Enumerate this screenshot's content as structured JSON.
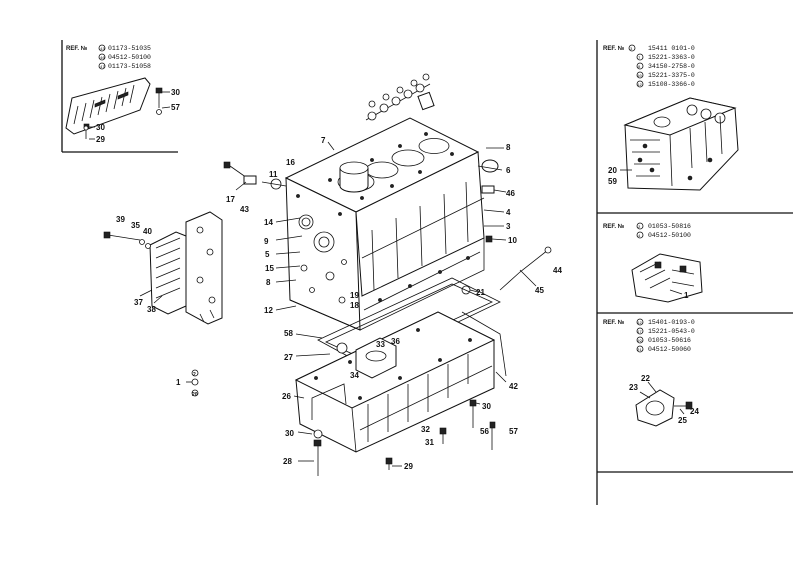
{
  "ref_boxes": {
    "top_left": {
      "title": "REF. №",
      "rows": [
        {
          "ref": "43",
          "part_no": "01173-51035"
        },
        {
          "ref": "46",
          "part_no": "04512-50100"
        },
        {
          "ref": "47",
          "part_no": "01173-51058"
        }
      ]
    },
    "top_right": {
      "title": "REF. №",
      "rows": [
        {
          "ref": "3",
          "part_no": "15411 0101-0"
        },
        {
          "ref": "7",
          "part_no": "15221-3363-0"
        },
        {
          "ref": "8",
          "part_no": "34150-2758-0"
        },
        {
          "ref": "10",
          "part_no": "15221-3375-0"
        },
        {
          "ref": "12",
          "part_no": "15108-3366-0"
        }
      ]
    },
    "mid_right": {
      "title": "REF. №",
      "rows": [
        {
          "ref": "2",
          "part_no": "01053-50816"
        },
        {
          "ref": "4",
          "part_no": "04512-50100"
        }
      ]
    },
    "bottom_right": {
      "title": "REF. №",
      "rows": [
        {
          "ref": "12",
          "part_no": "15401-0193-0"
        },
        {
          "ref": "17",
          "part_no": "15221-0543-0"
        },
        {
          "ref": "19",
          "part_no": "01053-50616"
        },
        {
          "ref": "21",
          "part_no": "04512-50060"
        }
      ]
    }
  },
  "callouts": {
    "inset_tl": [
      "30",
      "57",
      "30",
      "29"
    ],
    "inset_tr": [
      "20",
      "59"
    ],
    "inset_mr": [
      "1"
    ],
    "inset_br": [
      "23",
      "22",
      "24",
      "25"
    ],
    "main": [
      "39",
      "35",
      "40",
      "37",
      "38",
      "17",
      "43",
      "11",
      "16",
      "7",
      "8",
      "6",
      "46",
      "4",
      "3",
      "10",
      "14",
      "9",
      "5",
      "15",
      "8",
      "12",
      "19",
      "18",
      "44",
      "45",
      "21",
      "58",
      "27",
      "33",
      "36",
      "34",
      "42",
      "26",
      "30",
      "32",
      "31",
      "56",
      "57",
      "30",
      "28",
      "29",
      "2",
      "1",
      "20",
      "19"
    ]
  }
}
